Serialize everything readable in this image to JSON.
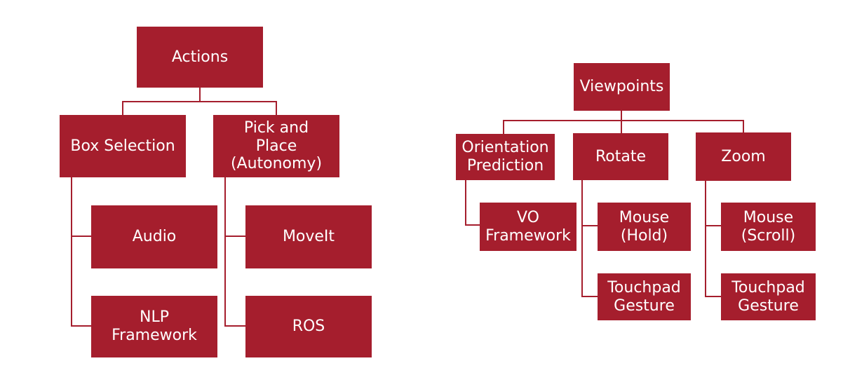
{
  "diagram": {
    "colors": {
      "background": "#ffffff",
      "node_fill": "#A51E2D",
      "line_color": "#A51E2D",
      "node_text": "#ffffff"
    },
    "trees": [
      {
        "id": "actions-tree",
        "root": {
          "label": "Actions",
          "children": [
            {
              "label": "Box Selection",
              "children": [
                {
                  "label": "Audio"
                },
                {
                  "label": "NLP\nFramework"
                }
              ]
            },
            {
              "label": "Pick and\nPlace\n(Autonomy)",
              "children": [
                {
                  "label": "MoveIt"
                },
                {
                  "label": "ROS"
                }
              ]
            }
          ]
        }
      },
      {
        "id": "viewpoints-tree",
        "root": {
          "label": "Viewpoints",
          "children": [
            {
              "label": "Orientation\nPrediction",
              "children": [
                {
                  "label": "VO\nFramework"
                }
              ]
            },
            {
              "label": "Rotate",
              "children": [
                {
                  "label": "Mouse\n(Hold)"
                },
                {
                  "label": "Touchpad\nGesture"
                }
              ]
            },
            {
              "label": "Zoom",
              "children": [
                {
                  "label": "Mouse\n(Scroll)"
                },
                {
                  "label": "Touchpad\nGesture"
                }
              ]
            }
          ]
        }
      }
    ]
  }
}
